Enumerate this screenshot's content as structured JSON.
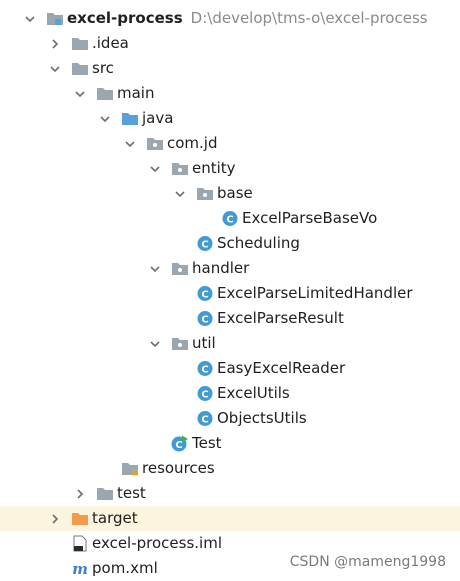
{
  "project": {
    "name": "excel-process",
    "path": "D:\\develop\\tms-o\\excel-process"
  },
  "tree": [
    {
      "label": "excel-process",
      "depth": 0,
      "arrow": "down",
      "icon": "module-folder-icon",
      "bold": true
    },
    {
      "label": ".idea",
      "depth": 1,
      "arrow": "right",
      "icon": "folder-icon"
    },
    {
      "label": "src",
      "depth": 1,
      "arrow": "down",
      "icon": "folder-icon"
    },
    {
      "label": "main",
      "depth": 2,
      "arrow": "down",
      "icon": "folder-icon"
    },
    {
      "label": "java",
      "depth": 3,
      "arrow": "down",
      "icon": "source-folder-icon"
    },
    {
      "label": "com.jd",
      "depth": 4,
      "arrow": "down",
      "icon": "package-icon"
    },
    {
      "label": "entity",
      "depth": 5,
      "arrow": "down",
      "icon": "package-icon"
    },
    {
      "label": "base",
      "depth": 6,
      "arrow": "down",
      "icon": "package-icon"
    },
    {
      "label": "ExcelParseBaseVo",
      "depth": 7,
      "arrow": "none",
      "icon": "class-icon"
    },
    {
      "label": "Scheduling",
      "depth": 6,
      "arrow": "none",
      "icon": "class-icon"
    },
    {
      "label": "handler",
      "depth": 5,
      "arrow": "down",
      "icon": "package-icon"
    },
    {
      "label": "ExcelParseLimitedHandler",
      "depth": 6,
      "arrow": "none",
      "icon": "class-icon"
    },
    {
      "label": "ExcelParseResult",
      "depth": 6,
      "arrow": "none",
      "icon": "class-icon"
    },
    {
      "label": "util",
      "depth": 5,
      "arrow": "down",
      "icon": "package-icon"
    },
    {
      "label": "EasyExcelReader",
      "depth": 6,
      "arrow": "none",
      "icon": "class-icon"
    },
    {
      "label": "ExcelUtils",
      "depth": 6,
      "arrow": "none",
      "icon": "class-icon"
    },
    {
      "label": "ObjectsUtils",
      "depth": 6,
      "arrow": "none",
      "icon": "class-icon"
    },
    {
      "label": "Test",
      "depth": 5,
      "arrow": "none",
      "icon": "runnable-class-icon"
    },
    {
      "label": "resources",
      "depth": 3,
      "arrow": "none",
      "icon": "resources-folder-icon"
    },
    {
      "label": "test",
      "depth": 2,
      "arrow": "right",
      "icon": "folder-icon"
    },
    {
      "label": "target",
      "depth": 1,
      "arrow": "right",
      "icon": "excluded-folder-icon",
      "highlight": true
    },
    {
      "label": "excel-process.iml",
      "depth": 1,
      "arrow": "none",
      "icon": "iml-file-icon"
    },
    {
      "label": "pom.xml",
      "depth": 1,
      "arrow": "none",
      "icon": "maven-file-icon"
    }
  ],
  "watermark": "CSDN @mameng1998",
  "colors": {
    "folder": "#9aa7b0",
    "source_folder": "#5aa0d8",
    "excluded_folder": "#f39a4c",
    "class": "#3f9ad6",
    "highlight": "#fbf4de"
  }
}
